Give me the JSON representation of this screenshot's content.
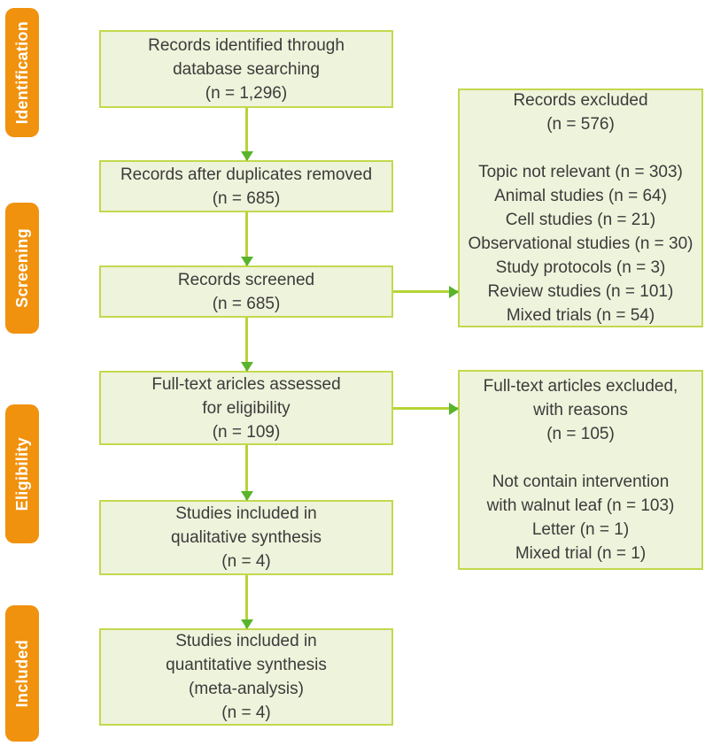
{
  "colors": {
    "stage_background": "#f0920e",
    "stage_text": "#ffffff",
    "box_fill": "#eef3db",
    "box_border": "#c3d84e",
    "arrow_line": "#b6d436",
    "arrow_head": "#58b42c",
    "body_text": "#3b3b3b"
  },
  "stages": [
    {
      "label": "Identification"
    },
    {
      "label": "Screening"
    },
    {
      "label": "Eligibility"
    },
    {
      "label": "Included"
    }
  ],
  "flow_boxes": [
    {
      "name": "records-identified",
      "lines": [
        "Records identified through",
        "database searching",
        "(n = 1,296)"
      ]
    },
    {
      "name": "records-after-duplicates",
      "lines": [
        "Records after duplicates removed",
        "(n = 685)"
      ]
    },
    {
      "name": "records-screened",
      "lines": [
        "Records screened",
        "(n = 685)"
      ]
    },
    {
      "name": "fulltext-assessed",
      "lines": [
        "Full-text aricles assessed",
        "for eligibility",
        "(n = 109)"
      ]
    },
    {
      "name": "qualitative-synthesis",
      "lines": [
        "Studies included in",
        "qualitative synthesis",
        "(n = 4)"
      ]
    },
    {
      "name": "quantitative-synthesis",
      "lines": [
        "Studies included in",
        "quantitative synthesis",
        "(meta-analysis)",
        "(n = 4)"
      ]
    }
  ],
  "side_boxes": [
    {
      "name": "records-excluded",
      "lines": [
        "Records excluded",
        "(n = 576)",
        "",
        "Topic not relevant (n = 303)",
        "Animal studies (n = 64)",
        "Cell studies (n = 21)",
        "Observational studies (n = 30)",
        "Study protocols (n = 3)",
        "Review studies (n = 101)",
        "Mixed trials (n = 54)"
      ]
    },
    {
      "name": "fulltext-excluded",
      "lines": [
        "Full-text articles excluded,",
        "with reasons",
        "(n = 105)",
        "",
        "Not contain intervention",
        "with walnut leaf (n = 103)",
        "Letter (n = 1)",
        "Mixed trial (n = 1)"
      ]
    }
  ]
}
